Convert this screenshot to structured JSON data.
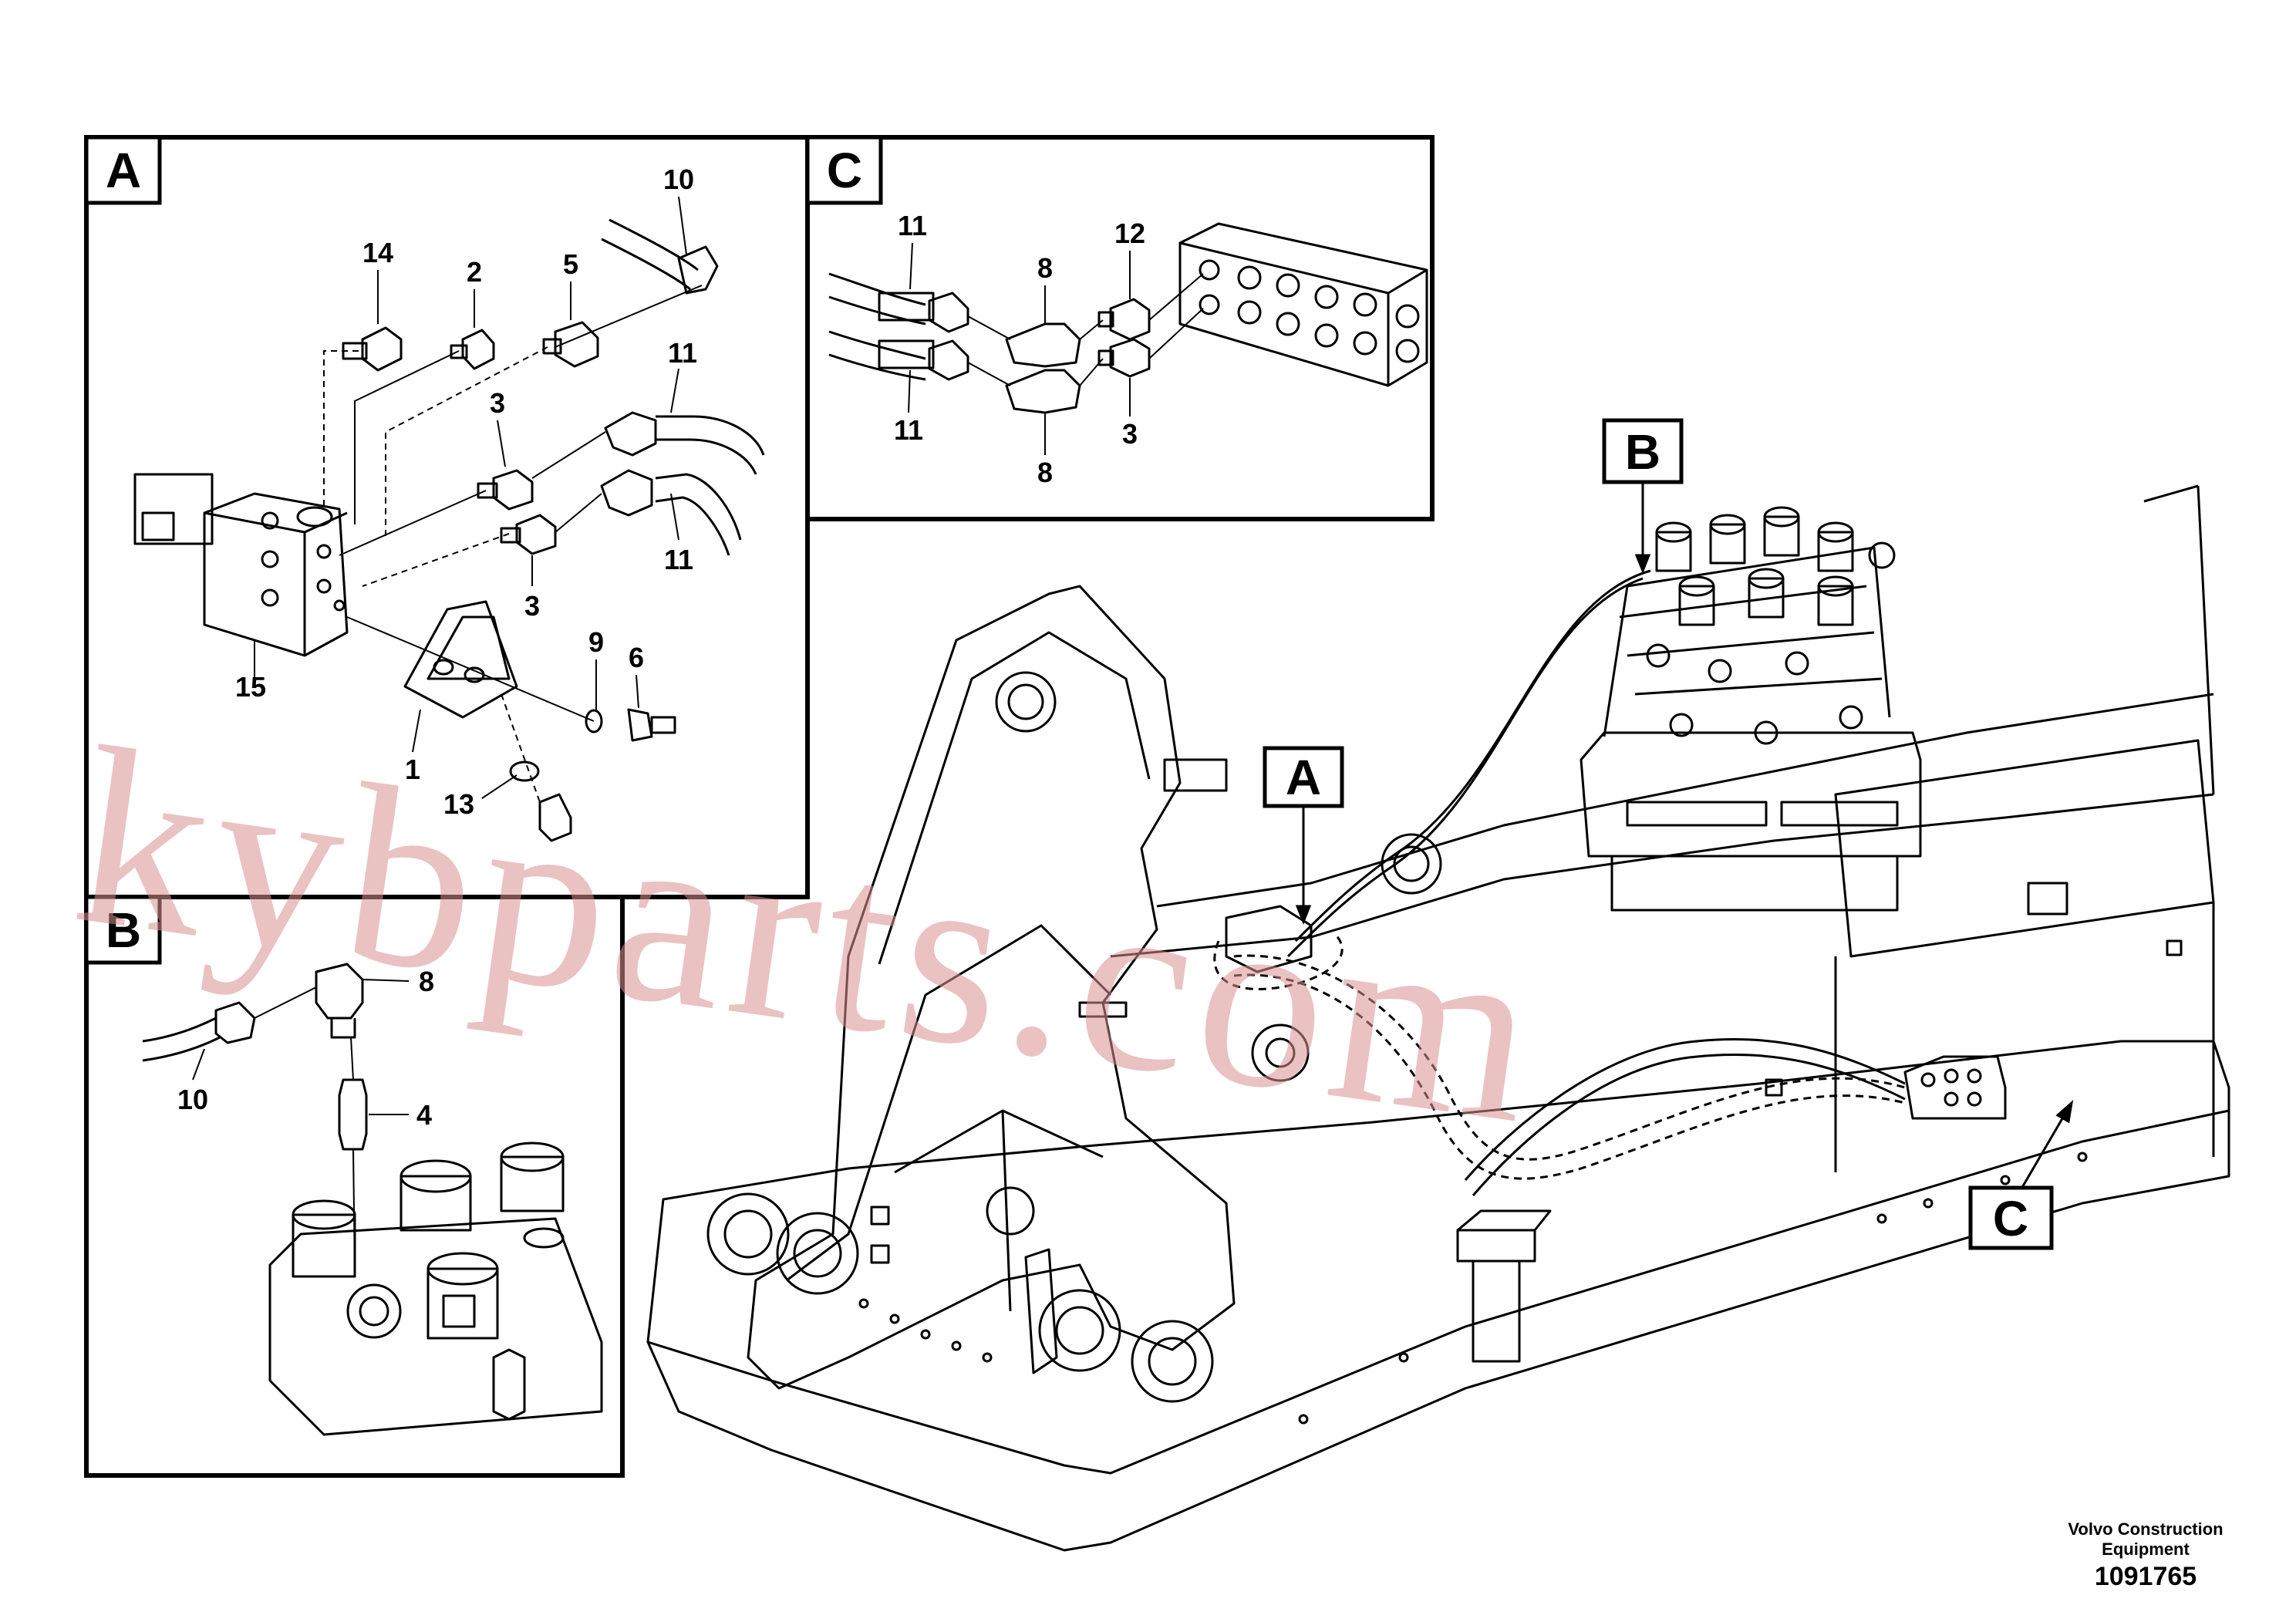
{
  "detail_a": {
    "letter": "A",
    "callouts": {
      "c14": "14",
      "c2": "2",
      "c5": "5",
      "c10": "10",
      "c11a": "11",
      "c3a": "3",
      "c11b": "11",
      "c3b": "3",
      "c15": "15",
      "c9": "9",
      "c6": "6",
      "c1": "1",
      "c13": "13"
    }
  },
  "detail_b": {
    "letter": "B",
    "callouts": {
      "c8": "8",
      "c10": "10",
      "c4": "4"
    }
  },
  "detail_c": {
    "letter": "C",
    "callouts": {
      "c11a": "11",
      "c8a": "8",
      "c12": "12",
      "c11b": "11",
      "c8b": "8",
      "c3": "3"
    }
  },
  "main_view": {
    "label_a": "A",
    "label_b": "B",
    "label_c": "C"
  },
  "watermark": "kybparts.com",
  "footer": {
    "brand_line1": "Volvo Construction",
    "brand_line2": "Equipment",
    "drawing_number": "1091765"
  }
}
